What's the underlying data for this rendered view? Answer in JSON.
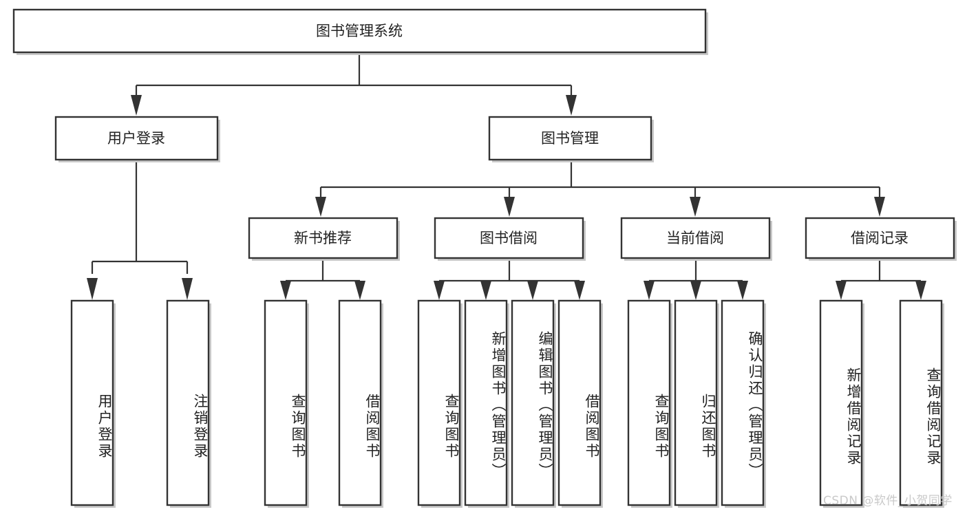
{
  "diagram": {
    "title": "图书管理系统",
    "type": "tree-hierarchy",
    "watermark": "CSDN @软件_小贺同学",
    "root": {
      "id": "root",
      "label": "图书管理系统"
    },
    "level2": [
      {
        "id": "user-login",
        "label": "用户登录"
      },
      {
        "id": "book-manage",
        "label": "图书管理"
      }
    ],
    "level3": [
      {
        "id": "new-book-rec",
        "label": "新书推荐",
        "parent": "book-manage"
      },
      {
        "id": "book-borrow",
        "label": "图书借阅",
        "parent": "book-manage"
      },
      {
        "id": "current-borrow",
        "label": "当前借阅",
        "parent": "book-manage"
      },
      {
        "id": "borrow-record",
        "label": "借阅记录",
        "parent": "book-manage"
      }
    ],
    "leaves": [
      {
        "id": "leaf-user-login",
        "label": "用户登录",
        "parent": "user-login"
      },
      {
        "id": "leaf-logout",
        "label": "注销登录",
        "parent": "user-login"
      },
      {
        "id": "leaf-query-book-1",
        "label": "查询图书",
        "parent": "new-book-rec"
      },
      {
        "id": "leaf-borrow-book-1",
        "label": "借阅图书",
        "parent": "new-book-rec"
      },
      {
        "id": "leaf-query-book-2",
        "label": "查询图书",
        "parent": "book-borrow"
      },
      {
        "id": "leaf-add-book",
        "label": "新增图书（管理员）",
        "parent": "book-borrow"
      },
      {
        "id": "leaf-edit-book",
        "label": "编辑图书（管理员）",
        "parent": "book-borrow"
      },
      {
        "id": "leaf-borrow-book-2",
        "label": "借阅图书",
        "parent": "book-borrow"
      },
      {
        "id": "leaf-query-book-3",
        "label": "查询图书",
        "parent": "current-borrow"
      },
      {
        "id": "leaf-return-book",
        "label": "归还图书",
        "parent": "current-borrow"
      },
      {
        "id": "leaf-confirm-return",
        "label": "确认归还（管理员）",
        "parent": "current-borrow"
      },
      {
        "id": "leaf-add-record",
        "label": "新增借阅记录",
        "parent": "borrow-record"
      },
      {
        "id": "leaf-query-record",
        "label": "查询借阅记录",
        "parent": "borrow-record"
      }
    ],
    "colors": {
      "box_stroke": "#333333",
      "box_fill": "#ffffff",
      "connector": "#333333",
      "text": "#222222",
      "watermark": "#c9c9c9",
      "background": "#ffffff"
    }
  }
}
